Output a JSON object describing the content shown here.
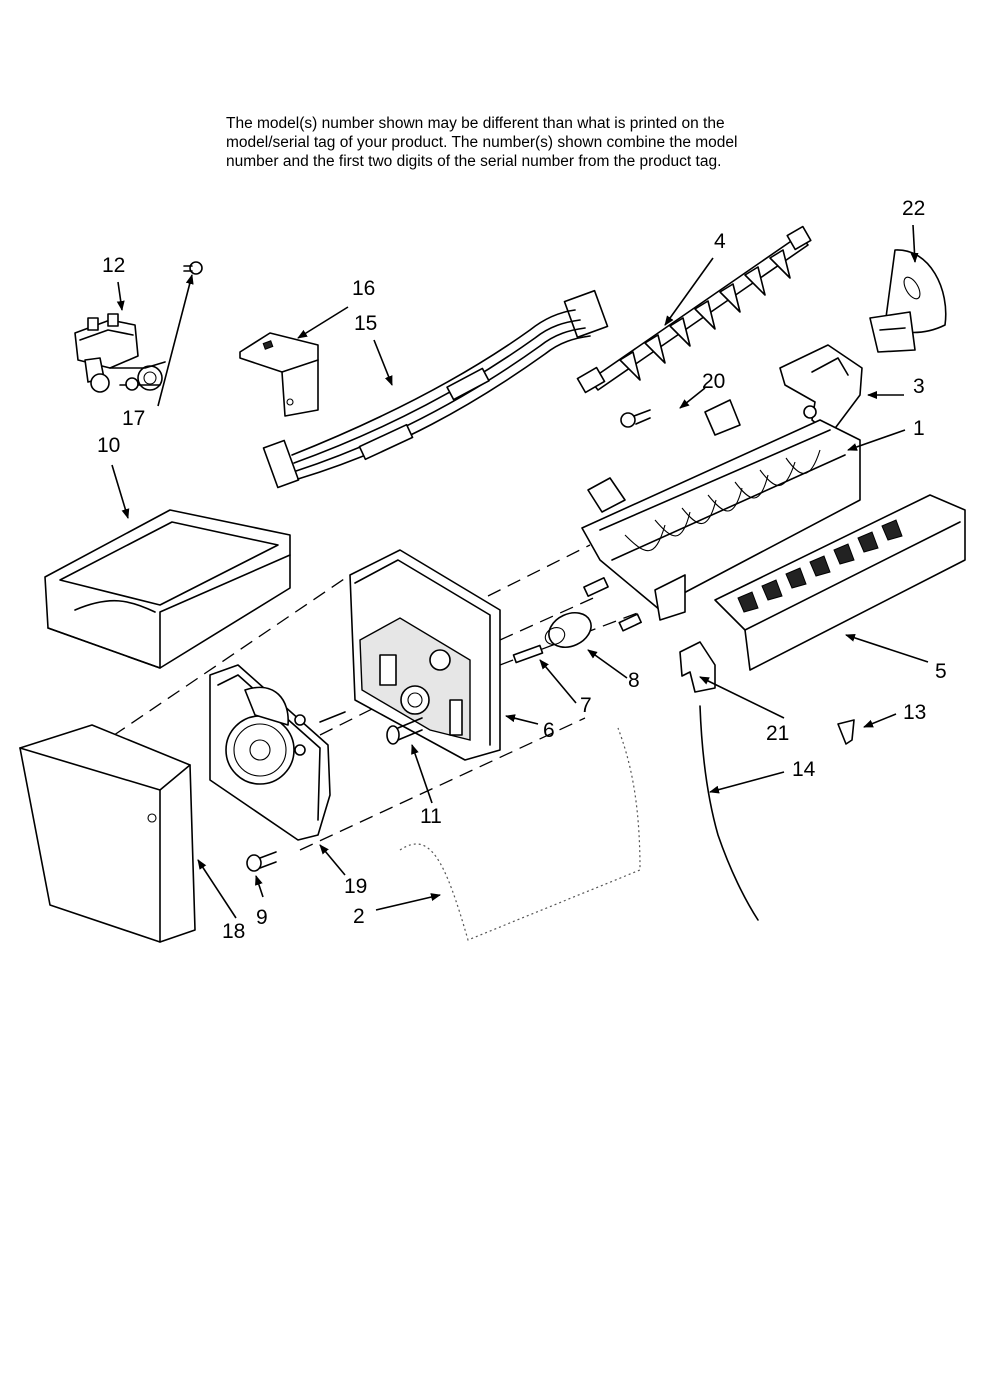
{
  "note_lines": [
    "The model(s) number shown may be different than what is printed on the",
    "model/serial tag of your product. The number(s) shown combine the model",
    "number and the first two digits of the serial number from the product tag."
  ],
  "callouts": {
    "c1": "1",
    "c2": "2",
    "c3": "3",
    "c4": "4",
    "c5": "5",
    "c6": "6",
    "c7": "7",
    "c8": "8",
    "c9": "9",
    "c10": "10",
    "c11": "11",
    "c12": "12",
    "c13": "13",
    "c14": "14",
    "c15": "15",
    "c16": "16",
    "c17": "17",
    "c18": "18",
    "c19": "19",
    "c20": "20",
    "c21": "21",
    "c22": "22"
  }
}
